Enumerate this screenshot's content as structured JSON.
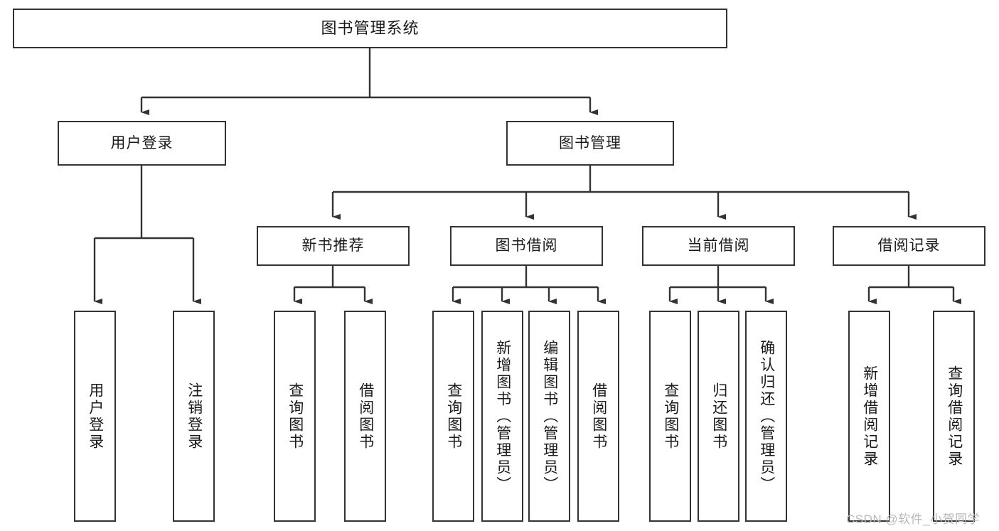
{
  "diagram": {
    "title": "图书管理系统",
    "type": "tree-structure-chart",
    "colors": {
      "box_border": "#333333",
      "box_fill": "#ffffff",
      "edge": "#333333",
      "text": "#1a1a1a",
      "watermark": "#b8b8b8",
      "background": "#ffffff"
    }
  },
  "root": {
    "label": "图书管理系统"
  },
  "level2": {
    "user_login": {
      "label": "用户登录"
    },
    "book_manage": {
      "label": "图书管理"
    }
  },
  "level3": {
    "new_book_recommend": {
      "label": "新书推荐"
    },
    "book_borrow": {
      "label": "图书借阅"
    },
    "current_borrow": {
      "label": "当前借阅"
    },
    "borrow_record": {
      "label": "借阅记录"
    }
  },
  "leaves": {
    "user_login": [
      {
        "label": "用户登录"
      },
      {
        "label": "注销登录"
      }
    ],
    "new_book_recommend": [
      {
        "label": "查询图书"
      },
      {
        "label": "借阅图书"
      }
    ],
    "book_borrow": [
      {
        "label": "查询图书"
      },
      {
        "label": "新增图书（管理员）"
      },
      {
        "label": "编辑图书（管理员）"
      },
      {
        "label": "借阅图书"
      }
    ],
    "current_borrow": [
      {
        "label": "查询图书"
      },
      {
        "label": "归还图书"
      },
      {
        "label": "确认归还（管理员）"
      }
    ],
    "borrow_record": [
      {
        "label": "新增借阅记录"
      },
      {
        "label": "查询借阅记录"
      }
    ]
  },
  "watermark": {
    "text": "CSDN @软件_小贺同学"
  }
}
